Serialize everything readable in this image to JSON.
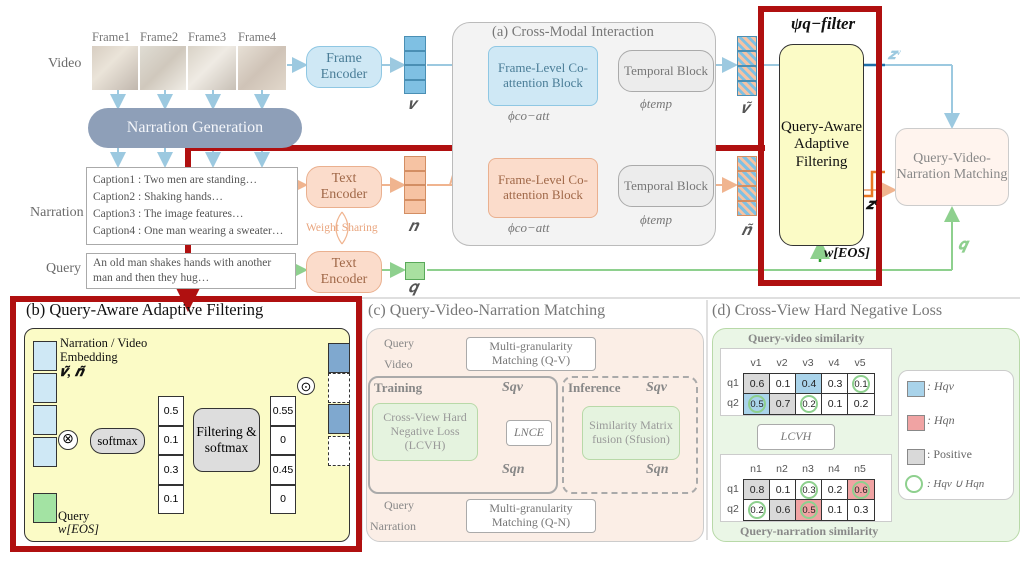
{
  "row_labels": {
    "video": "Video",
    "narration": "Narration",
    "query": "Query"
  },
  "frames": [
    "Frame1",
    "Frame2",
    "Frame3",
    "Frame4"
  ],
  "narration_generation": "Narration Generation",
  "captions": [
    "Caption1 : Two men are standing…",
    "Caption2 : Shaking hands…",
    "Caption3 : The image features…",
    "Caption4 : One man wearing a sweater…"
  ],
  "query_text": "An old man shakes hands with another man and then they hug…",
  "frame_encoder": "Frame Encoder",
  "text_encoder": "Text Encoder",
  "weight_sharing": "Weight Sharing",
  "sym": {
    "v": "𝒗",
    "n": "𝒏",
    "q": "𝒒",
    "v_tilde": "𝒗̃",
    "n_tilde": "𝒏̃",
    "zv": "𝒛ᵛ",
    "zt": "𝒛ᵗ",
    "qv": "𝒒",
    "w_eos": "w[EOS]"
  },
  "cross_modal_title": "(a) Cross-Modal Interaction",
  "coatt_label": "Frame-Level Co-attention Block",
  "phi_coatt": "ϕco−att",
  "temporal_label": "Temporal Block",
  "phi_temp": "ϕtemp",
  "psi_filter": "ψq−filter",
  "qaaf_label": "Query-Aware Adaptive Filtering",
  "qvnm_label": "Query-Video-Narration Matching",
  "panel_b": {
    "title": "(b) Query-Aware Adaptive Filtering",
    "embedding_label": "Narration / Video Embedding",
    "embedding_sym": "𝒗̃, 𝒏̃",
    "softmax": "softmax",
    "filter_label": "Filtering & softmax",
    "query_label": "Query",
    "query_sym": "w[EOS]",
    "values_1": [
      "0.5",
      "0.1",
      "0.3",
      "0.1"
    ],
    "values_2": [
      "0.55",
      "0",
      "0.45",
      "0"
    ]
  },
  "panel_c": {
    "title": "(c) Query-Video-Narration Matching",
    "query": "Query",
    "video": "Video",
    "narration": "Narration",
    "mg_qv": "Multi-granularity Matching (Q-V)",
    "mg_qn": "Multi-granularity Matching (Q-N)",
    "training": "Training",
    "inference": "Inference",
    "cvh": "Cross-View Hard Negative Loss (LCVH)",
    "lnce": "LNCE",
    "sim_fusion": "Similarity Matrix fusion (Sfusion)",
    "sqv": "Sqv",
    "sqn": "Sqn"
  },
  "panel_d": {
    "title": "(d) Cross-View Hard Negative Loss",
    "qv_title": "Query-video similarity",
    "qn_title": "Query-narration similarity",
    "v_heads": [
      "v1",
      "v2",
      "v3",
      "v4",
      "v5"
    ],
    "n_heads": [
      "n1",
      "n2",
      "n3",
      "n4",
      "n5"
    ],
    "rows": [
      "q1",
      "q2"
    ],
    "qv_values": [
      [
        "0.6",
        "0.1",
        "0.4",
        "0.3",
        "0.1"
      ],
      [
        "0.5",
        "0.7",
        "0.2",
        "0.1",
        "0.2"
      ]
    ],
    "qn_values": [
      [
        "0.8",
        "0.1",
        "0.3",
        "0.2",
        "0.6"
      ],
      [
        "0.2",
        "0.6",
        "0.5",
        "0.1",
        "0.3"
      ]
    ],
    "lcvh": "LCVH",
    "legend": [
      ": Hqv",
      ": Hqn",
      ": Positive",
      ": Hqv ∪ Hqn"
    ],
    "colors": {
      "hqv": "#a9d3ea",
      "hqn": "#f0a3a3",
      "positive": "#d9d9d9",
      "union": "#8ed08e"
    }
  }
}
